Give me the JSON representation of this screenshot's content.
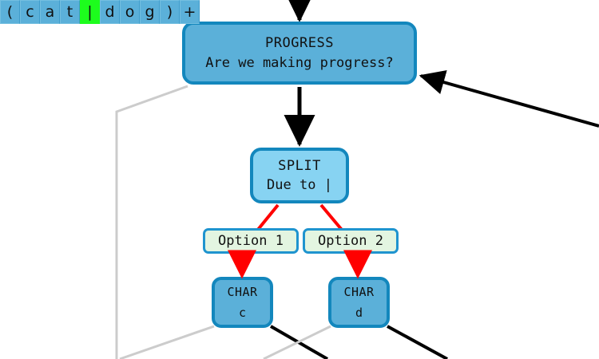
{
  "pattern_strip": {
    "name": "regex-pattern-cells",
    "cells": [
      {
        "char": "(",
        "cursor": false
      },
      {
        "char": "c",
        "cursor": false
      },
      {
        "char": "a",
        "cursor": false
      },
      {
        "char": "t",
        "cursor": false
      },
      {
        "char": "|",
        "cursor": true
      },
      {
        "char": "d",
        "cursor": false
      },
      {
        "char": "o",
        "cursor": false
      },
      {
        "char": "g",
        "cursor": false
      },
      {
        "char": ")",
        "cursor": false
      },
      {
        "char": "+",
        "cursor": false
      }
    ],
    "full_text": "(cat|dog)+",
    "cursor_index": 4,
    "cell_bg": "#5bb0d9",
    "cursor_bg": "#1dfd1d"
  },
  "nodes": {
    "progress": {
      "title": "PROGRESS",
      "subtitle": "Are we making progress?",
      "fill": "#5bb0d9",
      "stroke": "#1387bd"
    },
    "split": {
      "title": "SPLIT",
      "subtitle": "Due to |",
      "fill": "#87d3f2",
      "stroke": "#1387bd"
    },
    "char_c": {
      "title": "CHAR",
      "subtitle": "c",
      "fill": "#5bb0d9",
      "stroke": "#1387bd"
    },
    "char_d": {
      "title": "CHAR",
      "subtitle": "d",
      "fill": "#5bb0d9",
      "stroke": "#1387bd"
    }
  },
  "edge_labels": {
    "option_1": "Option 1",
    "option_2": "Option 2",
    "fill": "#e3f5e1",
    "stroke": "#1f94cf"
  },
  "edges": {
    "active_color": "#ff0000",
    "traversed_color": "#000000",
    "inactive_color": "#cccccc"
  }
}
